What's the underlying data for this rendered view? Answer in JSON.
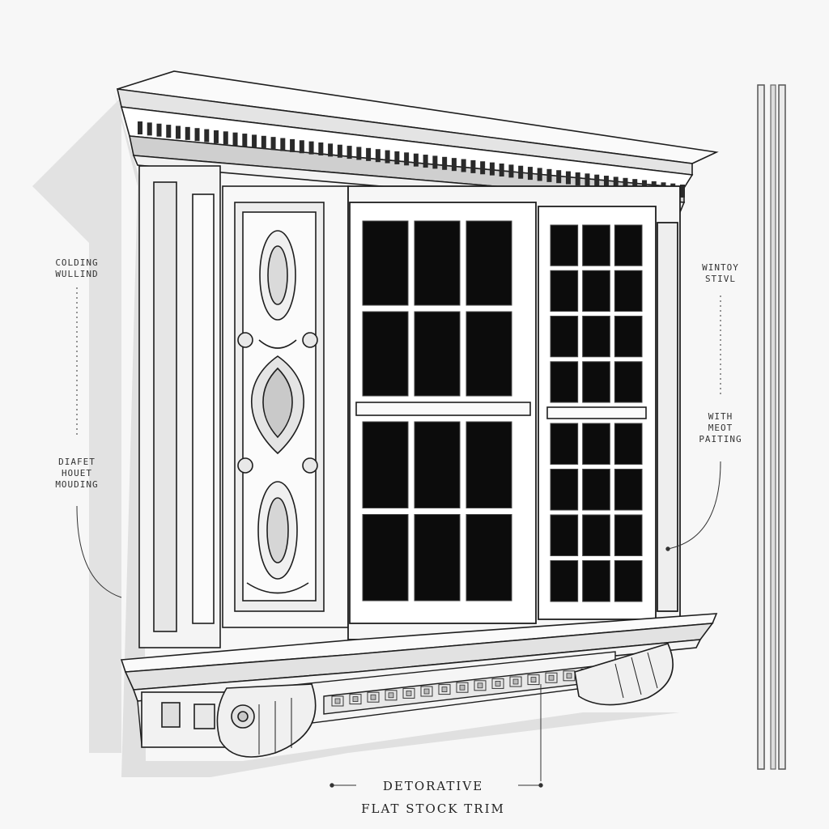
{
  "labels": {
    "left_top_line1": "COLDING",
    "left_top_line2": "WULLIND",
    "left_bottom_line1": "DIAFET",
    "left_bottom_line2": "HOUET",
    "left_bottom_line3": "MOUDING",
    "right_top_line1": "WINTOY",
    "right_top_line2": "STIVL",
    "right_mid_line1": "WITH",
    "right_mid_line2": "MEOT",
    "right_mid_line3": "PAITING",
    "bottom_line1": "DETORATIVE",
    "bottom_line2": "FLAT STOCK  TRIM"
  },
  "colors": {
    "background": "#f7f7f7",
    "ink": "#1e1e1e",
    "trim_white": "#fafafa",
    "trim_shade": "#dcdcdc",
    "glass": "#0c0c0c",
    "shadow": "#cfcfcf"
  }
}
